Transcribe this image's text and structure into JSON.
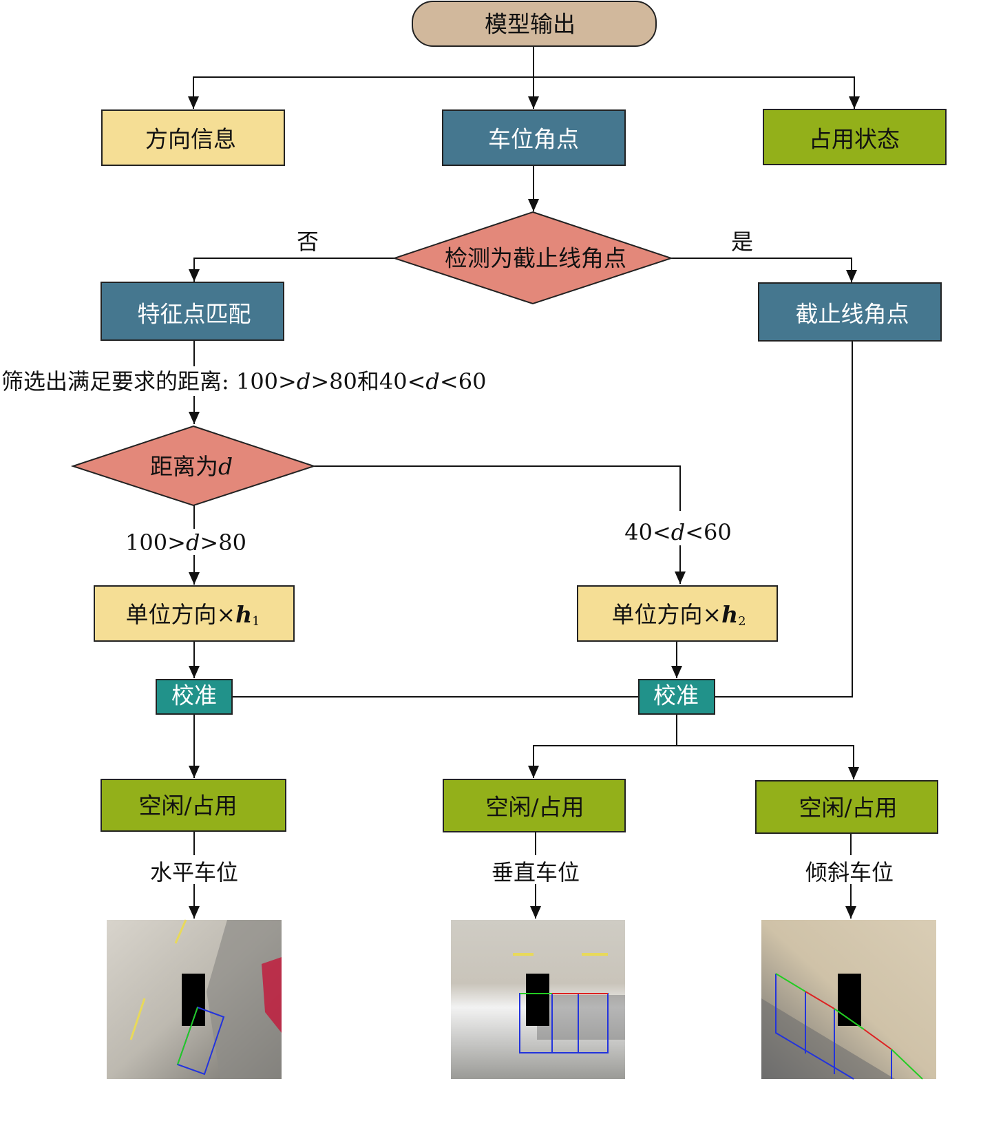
{
  "nodes": {
    "model_output": "模型输出",
    "direction_info": "方向信息",
    "slot_corners": "车位角点",
    "occupancy_state": "占用状态",
    "is_stopline_corner": "检测为截止线角点",
    "feature_matching": "特征点匹配",
    "stopline_corners": "截止线角点",
    "distance_is": [
      "距离为",
      "d"
    ],
    "unit_dir_h1": [
      "单位方向×",
      "h",
      "1"
    ],
    "unit_dir_h2": [
      "单位方向×",
      "h",
      "2"
    ],
    "calibrate_left": "校准",
    "calibrate_right": "校准",
    "free_occupied_1": "空闲/占用",
    "free_occupied_2": "空闲/占用",
    "free_occupied_3": "空闲/占用"
  },
  "edge_labels": {
    "no": "否",
    "yes": "是",
    "filter": [
      "筛选出满足要求的距离: 100>",
      "d",
      ">80和40<",
      "d",
      "<60"
    ],
    "range_1": [
      "100>",
      "d",
      ">80"
    ],
    "range_2": [
      "40<",
      "d",
      "<60"
    ],
    "horizontal_slot": "水平车位",
    "vertical_slot": "垂直车位",
    "inclined_slot": "倾斜车位"
  },
  "colors": {
    "tan": "#d1b89c",
    "yellow": "#f5de95",
    "steel_blue": "#45778f",
    "olive_green": "#93b01a",
    "salmon": "#e3887a",
    "teal": "#21928a"
  }
}
